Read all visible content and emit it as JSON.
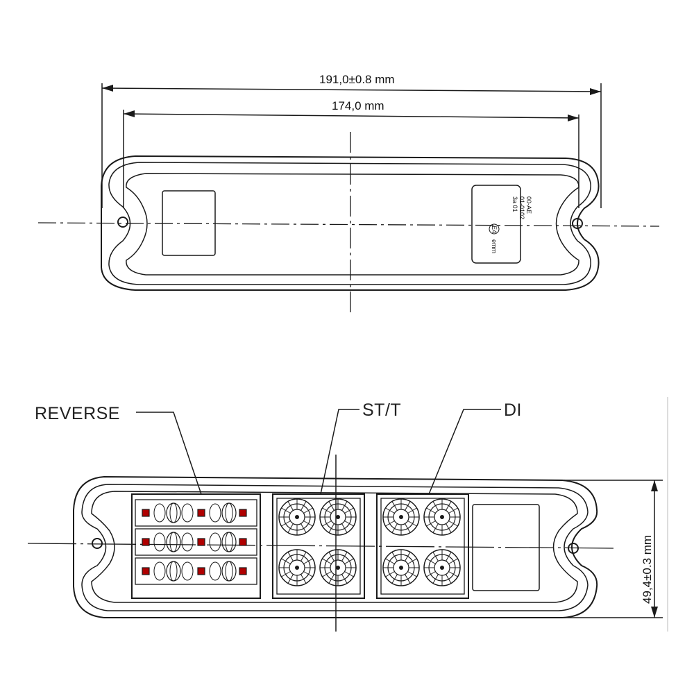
{
  "dimensions": {
    "overall_length": "191,0±0.8 mm",
    "hole_spacing": "174,0 mm",
    "height": "49,4±0.3 mm"
  },
  "approval_label": {
    "lines": [
      "00-AE",
      "01-0102",
      "3a 01",
      "E4",
      "emm"
    ]
  },
  "function_labels": {
    "reverse": "REVERSE",
    "stop_tail": "ST/T",
    "direction_indicator": "DI"
  },
  "colors": {
    "line": "#1a1a1a",
    "reverse_led_red": "#b00000"
  }
}
